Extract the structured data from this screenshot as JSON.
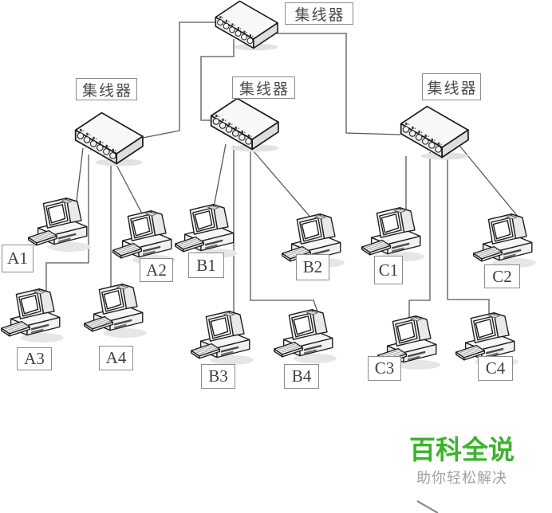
{
  "diagram": {
    "hubs": [
      {
        "id": "hub-top",
        "label": "集线器"
      },
      {
        "id": "hub-a",
        "label": "集线器"
      },
      {
        "id": "hub-b",
        "label": "集线器"
      },
      {
        "id": "hub-c",
        "label": "集线器"
      }
    ],
    "computers": [
      {
        "id": "A1",
        "label": "A1"
      },
      {
        "id": "A2",
        "label": "A2"
      },
      {
        "id": "A3",
        "label": "A3"
      },
      {
        "id": "A4",
        "label": "A4"
      },
      {
        "id": "B1",
        "label": "B1"
      },
      {
        "id": "B2",
        "label": "B2"
      },
      {
        "id": "B3",
        "label": "B3"
      },
      {
        "id": "B4",
        "label": "B4"
      },
      {
        "id": "C1",
        "label": "C1"
      },
      {
        "id": "C2",
        "label": "C2"
      },
      {
        "id": "C3",
        "label": "C3"
      },
      {
        "id": "C4",
        "label": "C4"
      }
    ],
    "connections": [
      {
        "from": "hub-top",
        "to": "hub-a"
      },
      {
        "from": "hub-top",
        "to": "hub-b"
      },
      {
        "from": "hub-top",
        "to": "hub-c"
      },
      {
        "from": "hub-a",
        "to": "A1"
      },
      {
        "from": "hub-a",
        "to": "A2"
      },
      {
        "from": "hub-a",
        "to": "A3"
      },
      {
        "from": "hub-a",
        "to": "A4"
      },
      {
        "from": "hub-b",
        "to": "B1"
      },
      {
        "from": "hub-b",
        "to": "B2"
      },
      {
        "from": "hub-b",
        "to": "B3"
      },
      {
        "from": "hub-b",
        "to": "B4"
      },
      {
        "from": "hub-c",
        "to": "C1"
      },
      {
        "from": "hub-c",
        "to": "C2"
      },
      {
        "from": "hub-c",
        "to": "C3"
      },
      {
        "from": "hub-c",
        "to": "C4"
      }
    ]
  },
  "watermark": {
    "title": "百科全说",
    "subtitle": "助你轻松解决",
    "title_color": "#3bb42c",
    "subtitle_color": "#a3a3a3"
  }
}
